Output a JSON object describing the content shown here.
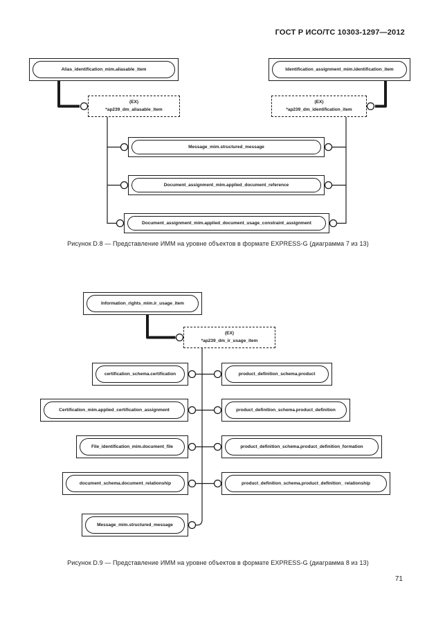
{
  "page": {
    "header": "ГОСТ Р ИСО/ТС 10303-1297—2012",
    "page_number": "71"
  },
  "d8": {
    "caption": "Рисунок  D.8 — Представление ИММ на уровне объектов в формате EXPRESS-G (диаграмма 7 из 13)",
    "alias_item": "Alias_identification_mim.aliasable_item",
    "identification_item": "Identification_assignment_mim.identification_item",
    "ex_alias": {
      "tag": "(EX)",
      "name": "*ap239_dm_aliasable_item"
    },
    "ex_identification": {
      "tag": "(EX)",
      "name": "*ap239_dm_identification_item"
    },
    "items": [
      "Message_mim.structured_message",
      "Document_assignment_mim.applied_document_reference",
      "Document_assignment_mim.applied_document_usage_constraint_assignment"
    ]
  },
  "d9": {
    "caption": "Рисунок  D.9 — Представление ИММ на уровне объектов в формате EXPRESS-G (диаграмма 8 из 13)",
    "root": "Information_rights_mim.ir_usage_item",
    "ex": {
      "tag": "(EX)",
      "name": "*ap239_dm_ir_usage_item"
    },
    "rows": [
      {
        "left": "certification_schema.certification",
        "right": "product_definition_schema.product"
      },
      {
        "left": "Certification_mim.applied_certification_assignment",
        "right": "product_definition_schema.product_definition"
      },
      {
        "left": "File_identification_mim.document_file",
        "right": "product_definition_schema.product_definition_formation"
      },
      {
        "left": "document_schema.document_relationship",
        "right": "product_definition_schema.product_definition_ relationship"
      },
      {
        "left": "Message_mim.structured_message"
      }
    ]
  }
}
